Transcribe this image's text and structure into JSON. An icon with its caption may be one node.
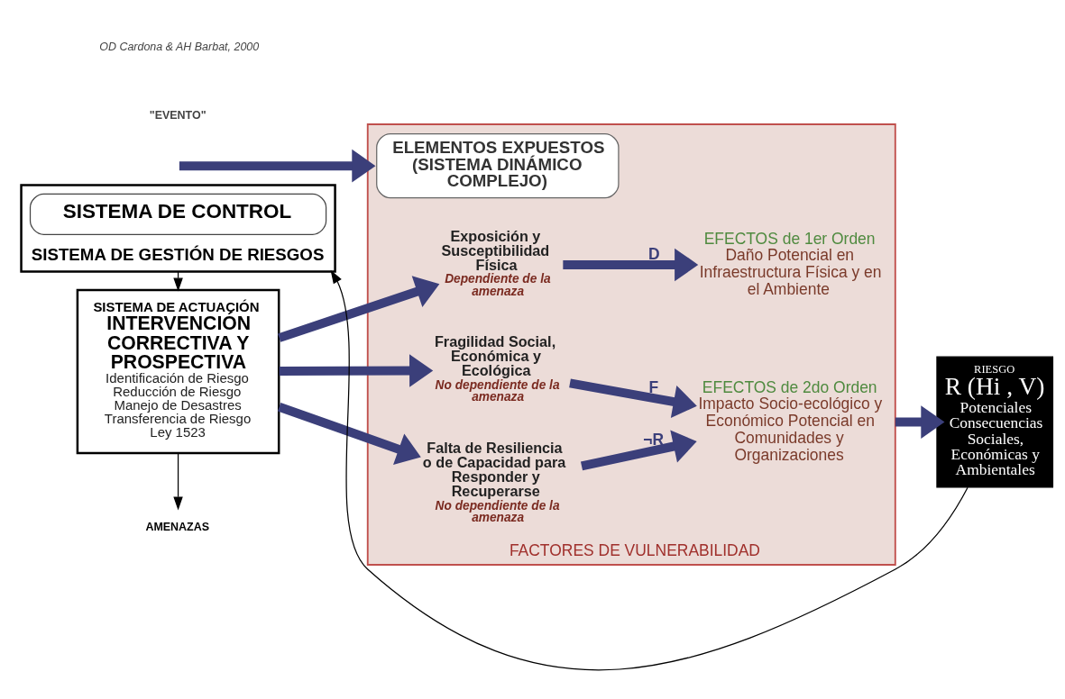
{
  "diagram": {
    "nodes": [
      {
        "text": [
          "AMENAZAS"
        ]
      },
      {
        "text": [
          "FACTORES DE VULNERABILIDAD"
        ]
      },
      {
        "text": [
          "ELEMENTOS EXPUESTOS (SISTEMA DINÁMICO COMPLEJO)"
        ],
        "in": 1
      },
      {
        "text": [
          "Exposición y Susceptibilidad Física",
          "Dependiente de la amenaza"
        ],
        "in": 1
      },
      {
        "text": [
          "EFECTOS de 1er Orden",
          "Daño Potencial en Infraestructura Física y en el Ambiente"
        ],
        "in": 1
      },
      {
        "text": [
          "Fragilidad Social, Económica y Ecológica",
          "No dependiente de la amenaza"
        ],
        "in": 1
      },
      {
        "text": [
          "Falta de Resiliencia o de Capacidad para Responder y Recuperarse",
          "No dependiente de la amenaza"
        ],
        "in": 1
      },
      {
        "text": [
          "EFECTOS de 2do Orden",
          "Impacto Socio-ecológico y Económico Potencial en Comunidades y Organizaciones"
        ],
        "in": 1
      },
      {
        "text": [
          "SISTEMA DE ACTUACIÓN",
          "INTERVENCIÓN CORRECTIVA Y PROSPECTIVA",
          "Identificación de Riesgo",
          "Reducción de Riesgo",
          "Manejo de Desastres",
          "Transferencia de Riesgo",
          "Ley 1523"
        ]
      },
      {
        "text": [
          "RIESGO",
          "R (Hi , V)",
          "Potenciales Consecuencias Sociales, Económicas y Ambientales"
        ]
      },
      {
        "text": [
          "SISTEMA DE GESTIÓN DE RIESGOS"
        ]
      },
      {
        "text": [
          "SISTEMA DE CONTROL"
        ],
        "in": 10
      }
    ],
    "edges": [
      {
        "from": 8,
        "to": 0,
        "arrow": "to",
        "color": "#000000"
      },
      {
        "from": null,
        "to": 1,
        "arrow": "to"
      },
      {
        "from": 8,
        "to": 3,
        "arrow": "to"
      },
      {
        "from": 8,
        "to": 5,
        "arrow": "to"
      },
      {
        "from": 8,
        "to": 6,
        "arrow": "to"
      },
      {
        "from": 3,
        "to": 4,
        "arrow": "to",
        "label": "D"
      },
      {
        "from": 5,
        "to": 7,
        "arrow": "to",
        "label": "F"
      },
      {
        "from": 6,
        "to": 7,
        "arrow": "to",
        "label": "¬R"
      },
      {
        "from": 1,
        "to": 9,
        "arrow": "to"
      },
      {
        "from": 9,
        "to": 10,
        "arrow": "to",
        "color": "#000000"
      },
      {
        "from": 10,
        "to": 8,
        "arrow": "to",
        "color": "#000000"
      }
    ],
    "labels": [
      "\"EVENTO\"",
      "OD Cardona & AH Barbat, 2000"
    ]
  }
}
